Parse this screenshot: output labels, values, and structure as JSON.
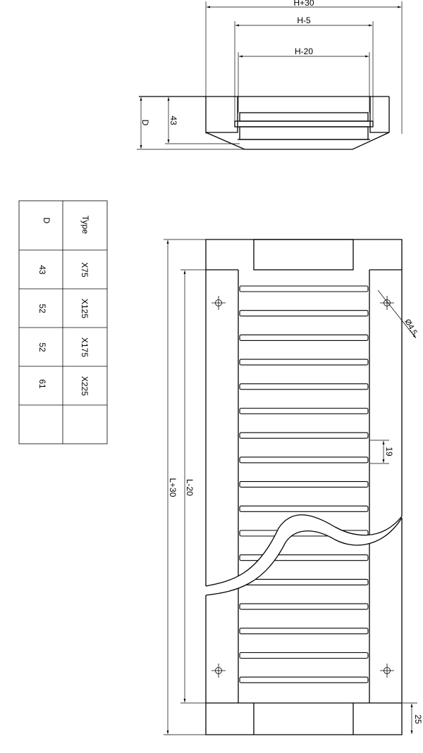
{
  "top_view": {
    "dim_h30": "H+30",
    "dim_h5": "H-5",
    "dim_h20": "H-20",
    "dim_d": "D",
    "dim_43": "43"
  },
  "main_view": {
    "dim_l30": "L+30",
    "dim_l20": "L-20",
    "dim_19": "19",
    "dim_hole": "Ø4,5",
    "dim_25": "25"
  },
  "type_table": {
    "header": {
      "d": "D",
      "type": "Type"
    },
    "rows": [
      {
        "d": "43",
        "type": "X75"
      },
      {
        "d": "52",
        "type": "X125"
      },
      {
        "d": "52",
        "type": "X175"
      },
      {
        "d": "61",
        "type": "X225"
      },
      {
        "d": "",
        "type": ""
      }
    ]
  }
}
